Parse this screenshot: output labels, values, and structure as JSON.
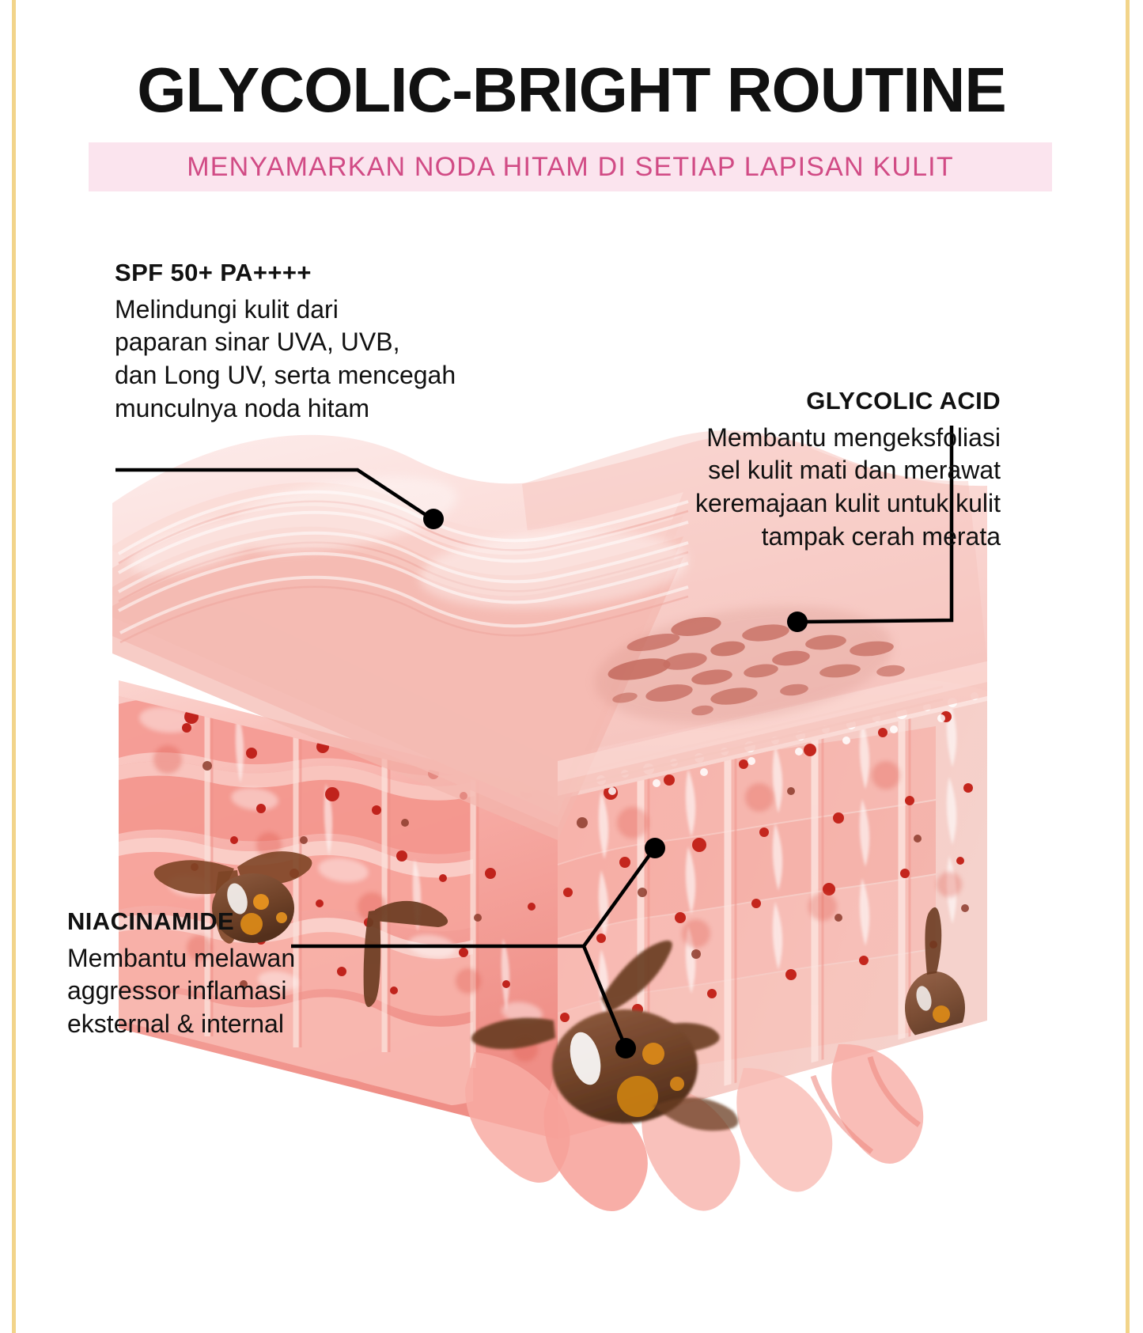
{
  "page": {
    "background_color": "#ffffff",
    "border_rule_color": "#f2d48a"
  },
  "header": {
    "title": "GLYCOLIC-BRIGHT ROUTINE",
    "subtitle": "MENYAMARKAN NODA HITAM DI SETIAP LAPISAN KULIT",
    "subtitle_band_color": "#fbe4ee",
    "subtitle_text_color": "#d14b85",
    "title_color": "#111111"
  },
  "callouts": [
    {
      "id": "spf",
      "heading": "SPF 50+ PA++++",
      "lines": [
        "Melindungi kulit dari",
        "paparan sinar UVA, UVB,",
        "dan Long UV, serta mencegah",
        "munculnya noda hitam"
      ],
      "align": "left",
      "target": "epidermis-surface"
    },
    {
      "id": "glycolic",
      "heading": "GLYCOLIC ACID",
      "lines": [
        "Membantu mengeksfoliasi",
        "sel kulit mati dan merawat",
        "keremajaan kulit untuk kulit",
        "tampak cerah merata"
      ],
      "align": "right",
      "target": "dark-spots"
    },
    {
      "id": "niacinamide",
      "heading": "NIACINAMIDE",
      "lines": [
        "Membantu melawan",
        "aggressor inflamasi",
        "eksternal & internal"
      ],
      "align": "left",
      "target": "melanocytes"
    }
  ],
  "illustration": {
    "name": "skin-cross-section-3d",
    "description": "Isometric 3D block of skin layers with epidermis surface, stratum corneum, cell rows and melanocytes",
    "leader_line_color": "#000000",
    "surface_color": "#fbd9d4",
    "cell_color": "#f5a5a0",
    "melanocyte_color": "#7a4a33",
    "spot_color": "#c4685c"
  }
}
